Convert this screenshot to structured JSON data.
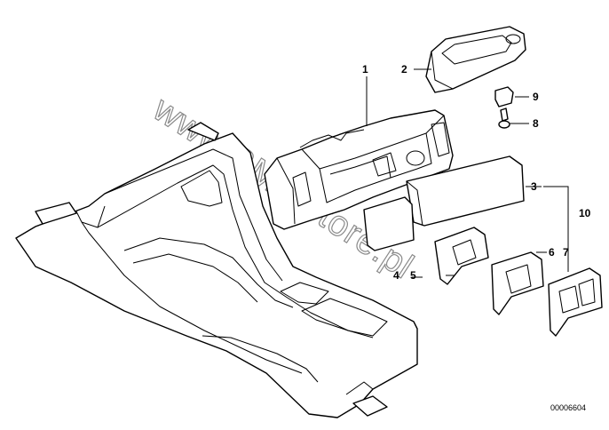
{
  "labels": {
    "p1": "1",
    "p2": "2",
    "p3": "3",
    "p4": "4",
    "p5": "5",
    "p6": "6",
    "p7": "7",
    "p8": "8",
    "p9": "9",
    "p10": "10"
  },
  "diagram_code": "00006604",
  "watermark": "www.BMWstore.pl"
}
